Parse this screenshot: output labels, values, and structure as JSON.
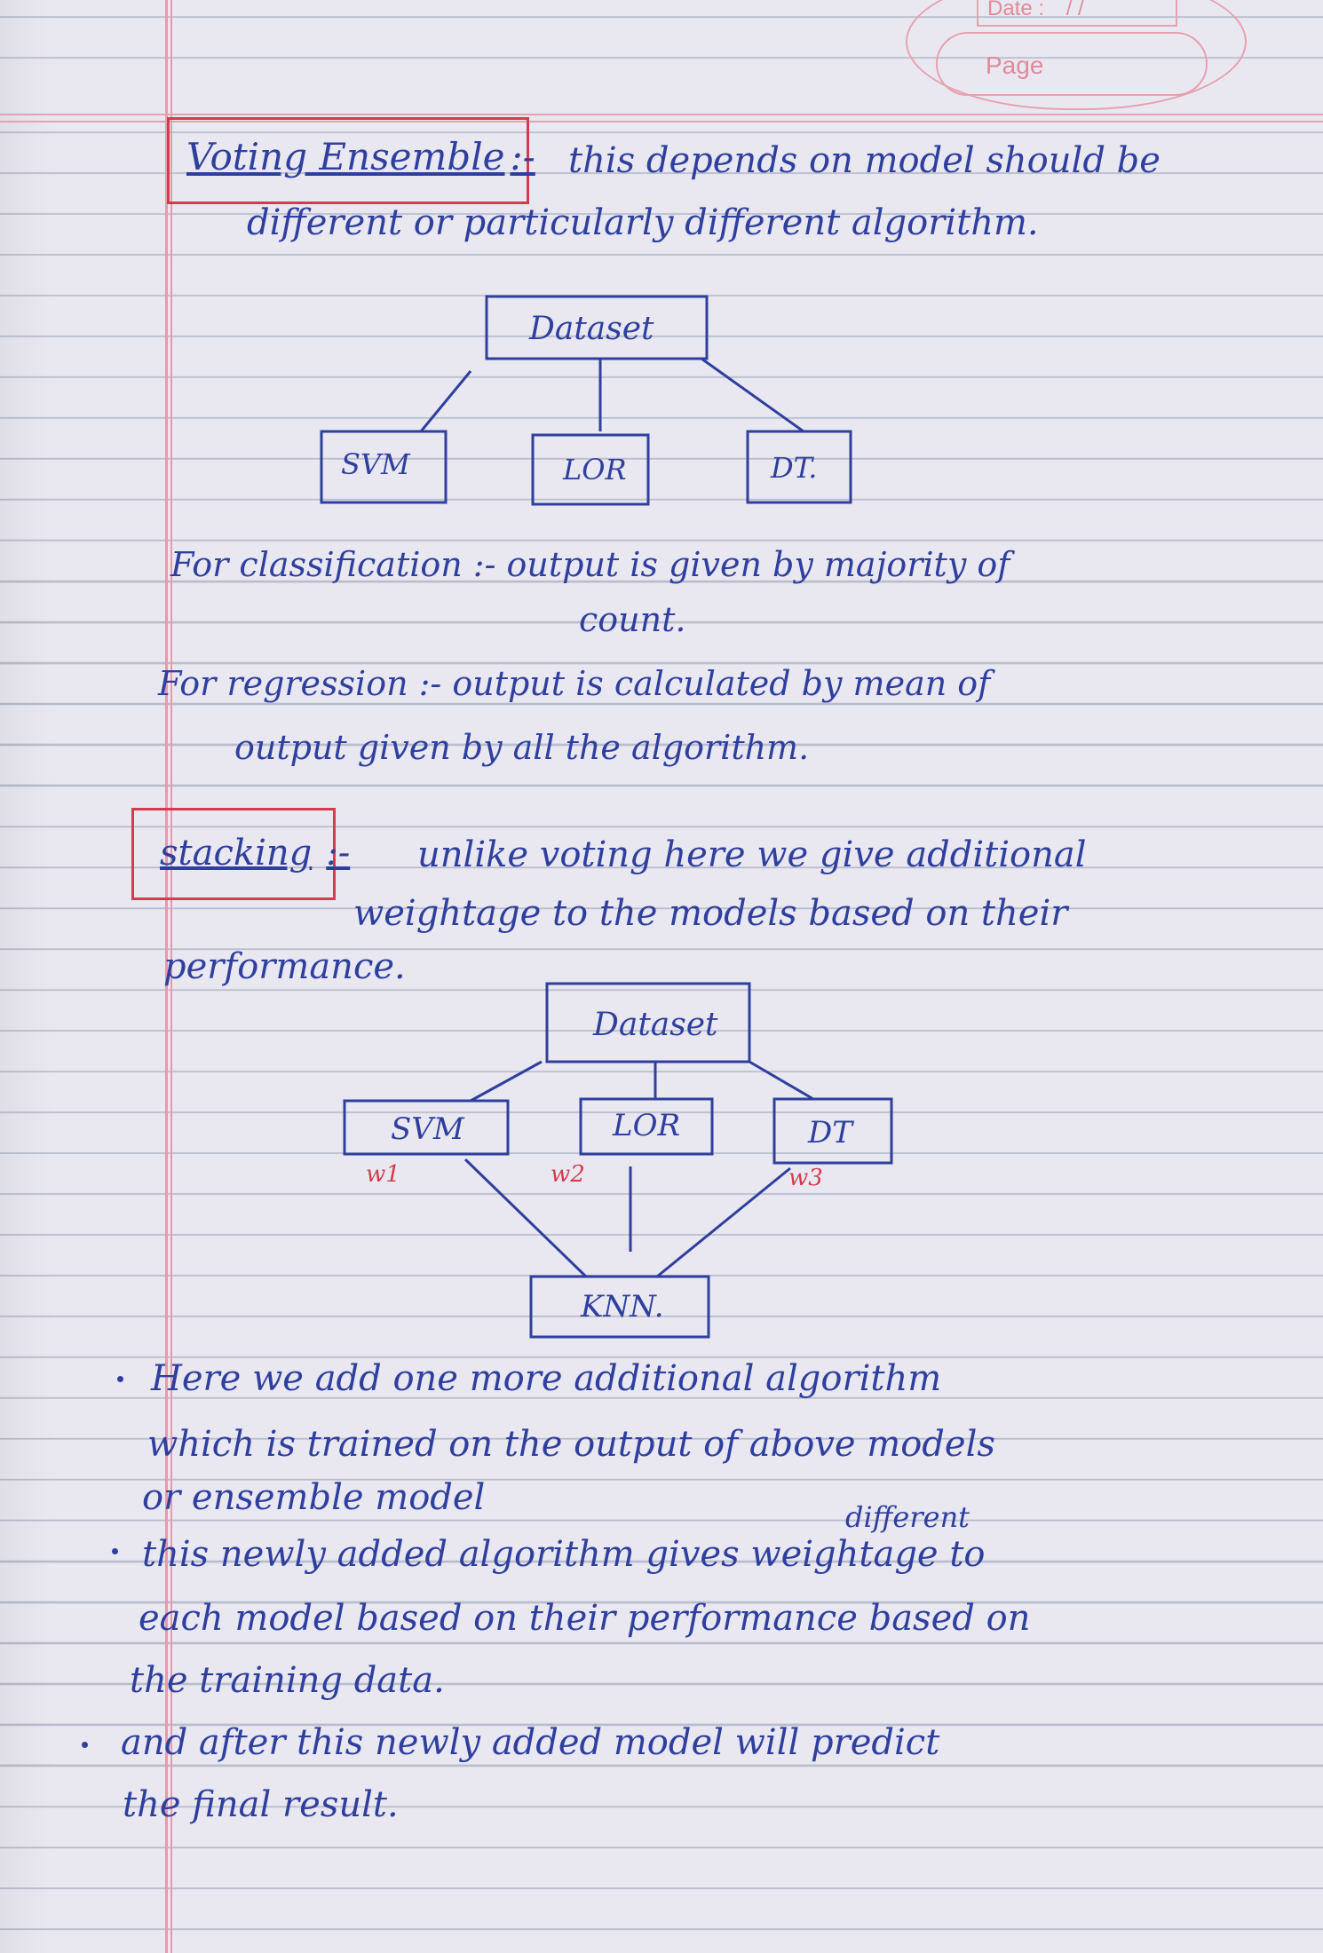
{
  "header": {
    "date_label": "Date :",
    "date_value": "/ /",
    "page_label": "Page"
  },
  "section1": {
    "heading": "Voting Ensemble",
    "heading_separator": ":-",
    "line1": "this depends on model should be",
    "line2": "different or particularly different algorithm."
  },
  "diagram1": {
    "root": "Dataset",
    "nodes": [
      "SVM",
      "LOR",
      "DT."
    ]
  },
  "section1_notes": {
    "classification_line1": "For classification :- output is given by majority of",
    "classification_line2": "count.",
    "regression_line1": "For regression :- output is calculated by mean of",
    "regression_line2": "output given by all the algorithm."
  },
  "section2": {
    "heading": "stacking",
    "heading_separator": ":-",
    "line1": "unlike voting here we give additional",
    "line2": "weightage to the models based on their",
    "line3": "performance."
  },
  "diagram2": {
    "root": "Dataset",
    "nodes": [
      "SVM",
      "LOR",
      "DT"
    ],
    "weights": [
      "w1",
      "w2",
      "w3"
    ],
    "final": "KNN."
  },
  "bullets": [
    {
      "line1": "Here we add one more additional algorithm",
      "line2": "which is trained on the output of above models",
      "line3": "or ensemble model"
    },
    {
      "insert": "different",
      "line1": "this newly added algorithm gives weightage to",
      "line2": "each model based on their performance based on",
      "line3": "the training data."
    },
    {
      "line1": "and after this newly added model will predict",
      "line2": "the final result."
    }
  ],
  "colors": {
    "ink": "#2f3f9e",
    "red_ink": "#d73a4f",
    "margin": "#e79aa8",
    "paper": "#e9e8f1"
  }
}
